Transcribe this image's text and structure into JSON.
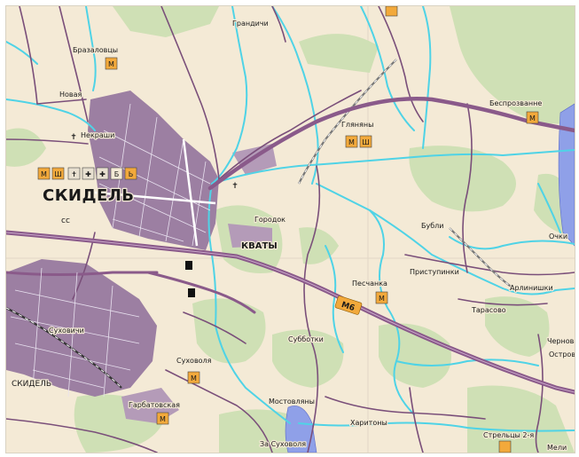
{
  "map": {
    "colors": {
      "background": "#f4ead6",
      "urban": "#9c7fa2",
      "urban_light": "#b49bb8",
      "forest": "#cfe0b5",
      "water": "#4fd3e6",
      "lake": "#8fa0e8",
      "main_road": "#8a5a8a",
      "road": "#7a4f7a",
      "grid_line": "#e2d7c6",
      "road_badge": "#f2a93b"
    },
    "labels": {
      "skidel_city": "СКИДЕЛЬ",
      "skidel_district": "СКИДЕЛЬ",
      "skidel_cc": "сс",
      "kvaty": "КВАТЫ",
      "grandichi": "Грандичи",
      "brazalovichi": "Бразаловцы",
      "novaya": "Новая",
      "nekrashi": "Некраши",
      "glinyany": "Гляняны",
      "bolshoe": "Беспрозванне",
      "bubli": "Бубли",
      "gorodok": "Городок",
      "peschanka": "Песчанка",
      "pristupy": "Приступинки",
      "arlinishki": "Арлинишки",
      "tarasovo": "Тарасово",
      "cherneva": "Чернова",
      "subbotki": "Субботки",
      "sukhovichi": "Суховичи",
      "sukhovolya": "Суховоля",
      "kharitony": "Харитоны",
      "gorbatovskaya": "Гарбатовская",
      "mostovlyany": "Мостовляны",
      "zasukhovolya": "За Суховоля",
      "strelcy": "Стрельцы 2-я",
      "meli": "Мели",
      "ochki": "Очки",
      "ostrov": "Остров",
      "road_badge": "М6"
    },
    "icons": {
      "museum": "museum-icon",
      "church": "church-icon",
      "book": "book-icon",
      "hospital": "hospital-icon",
      "pharmacy": "pharmacy-icon",
      "post": "post-icon",
      "station": "station-icon",
      "airfield": "airfield-icon"
    }
  }
}
